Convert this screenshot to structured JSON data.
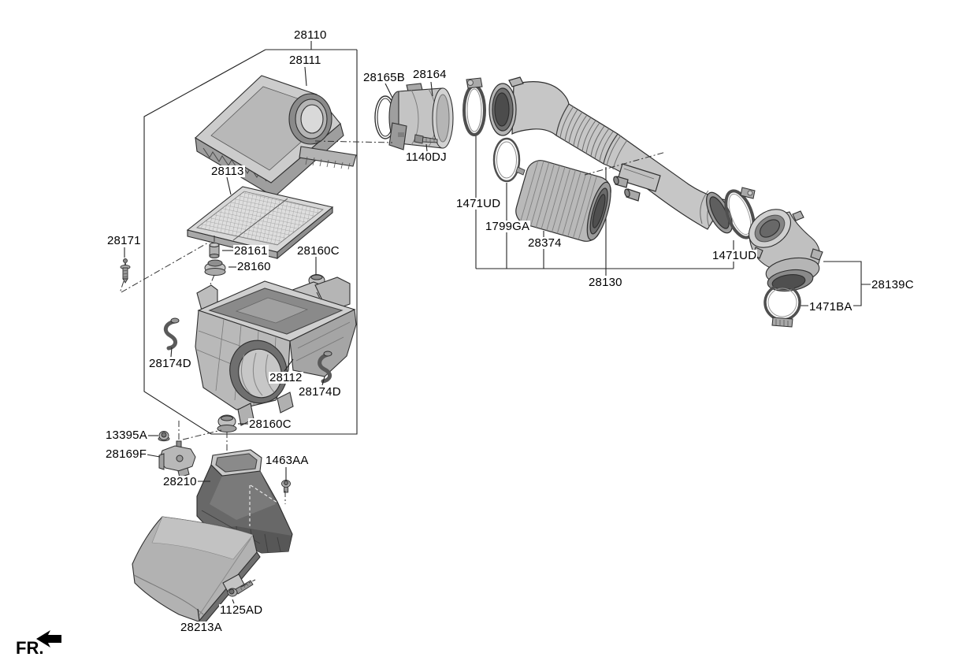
{
  "diagram": {
    "type": "exploded-parts-diagram",
    "colors": {
      "background": "#ffffff",
      "line_art": "#2f2f2f"
    },
    "labels": [
      {
        "text": "28110"
      },
      {
        "text": "28111"
      },
      {
        "text": "28165B"
      },
      {
        "text": "28164"
      },
      {
        "text": "1140DJ"
      },
      {
        "text": "28113"
      },
      {
        "text": "28171"
      },
      {
        "text": "28161"
      },
      {
        "text": "28160"
      },
      {
        "text": "28160C"
      },
      {
        "text": "1471UD"
      },
      {
        "text": "1799GA"
      },
      {
        "text": "28374"
      },
      {
        "text": "28130"
      },
      {
        "text": "1471UD"
      },
      {
        "text": "28139C"
      },
      {
        "text": "1471BA"
      },
      {
        "text": "28174D"
      },
      {
        "text": "28112"
      },
      {
        "text": "28174D"
      },
      {
        "text": "28160C"
      },
      {
        "text": "13395A"
      },
      {
        "text": "28169F"
      },
      {
        "text": "28210"
      },
      {
        "text": "1463AA"
      },
      {
        "text": "1125AD"
      },
      {
        "text": "28213A"
      }
    ],
    "fr_indicator": {
      "text": "FR."
    }
  }
}
